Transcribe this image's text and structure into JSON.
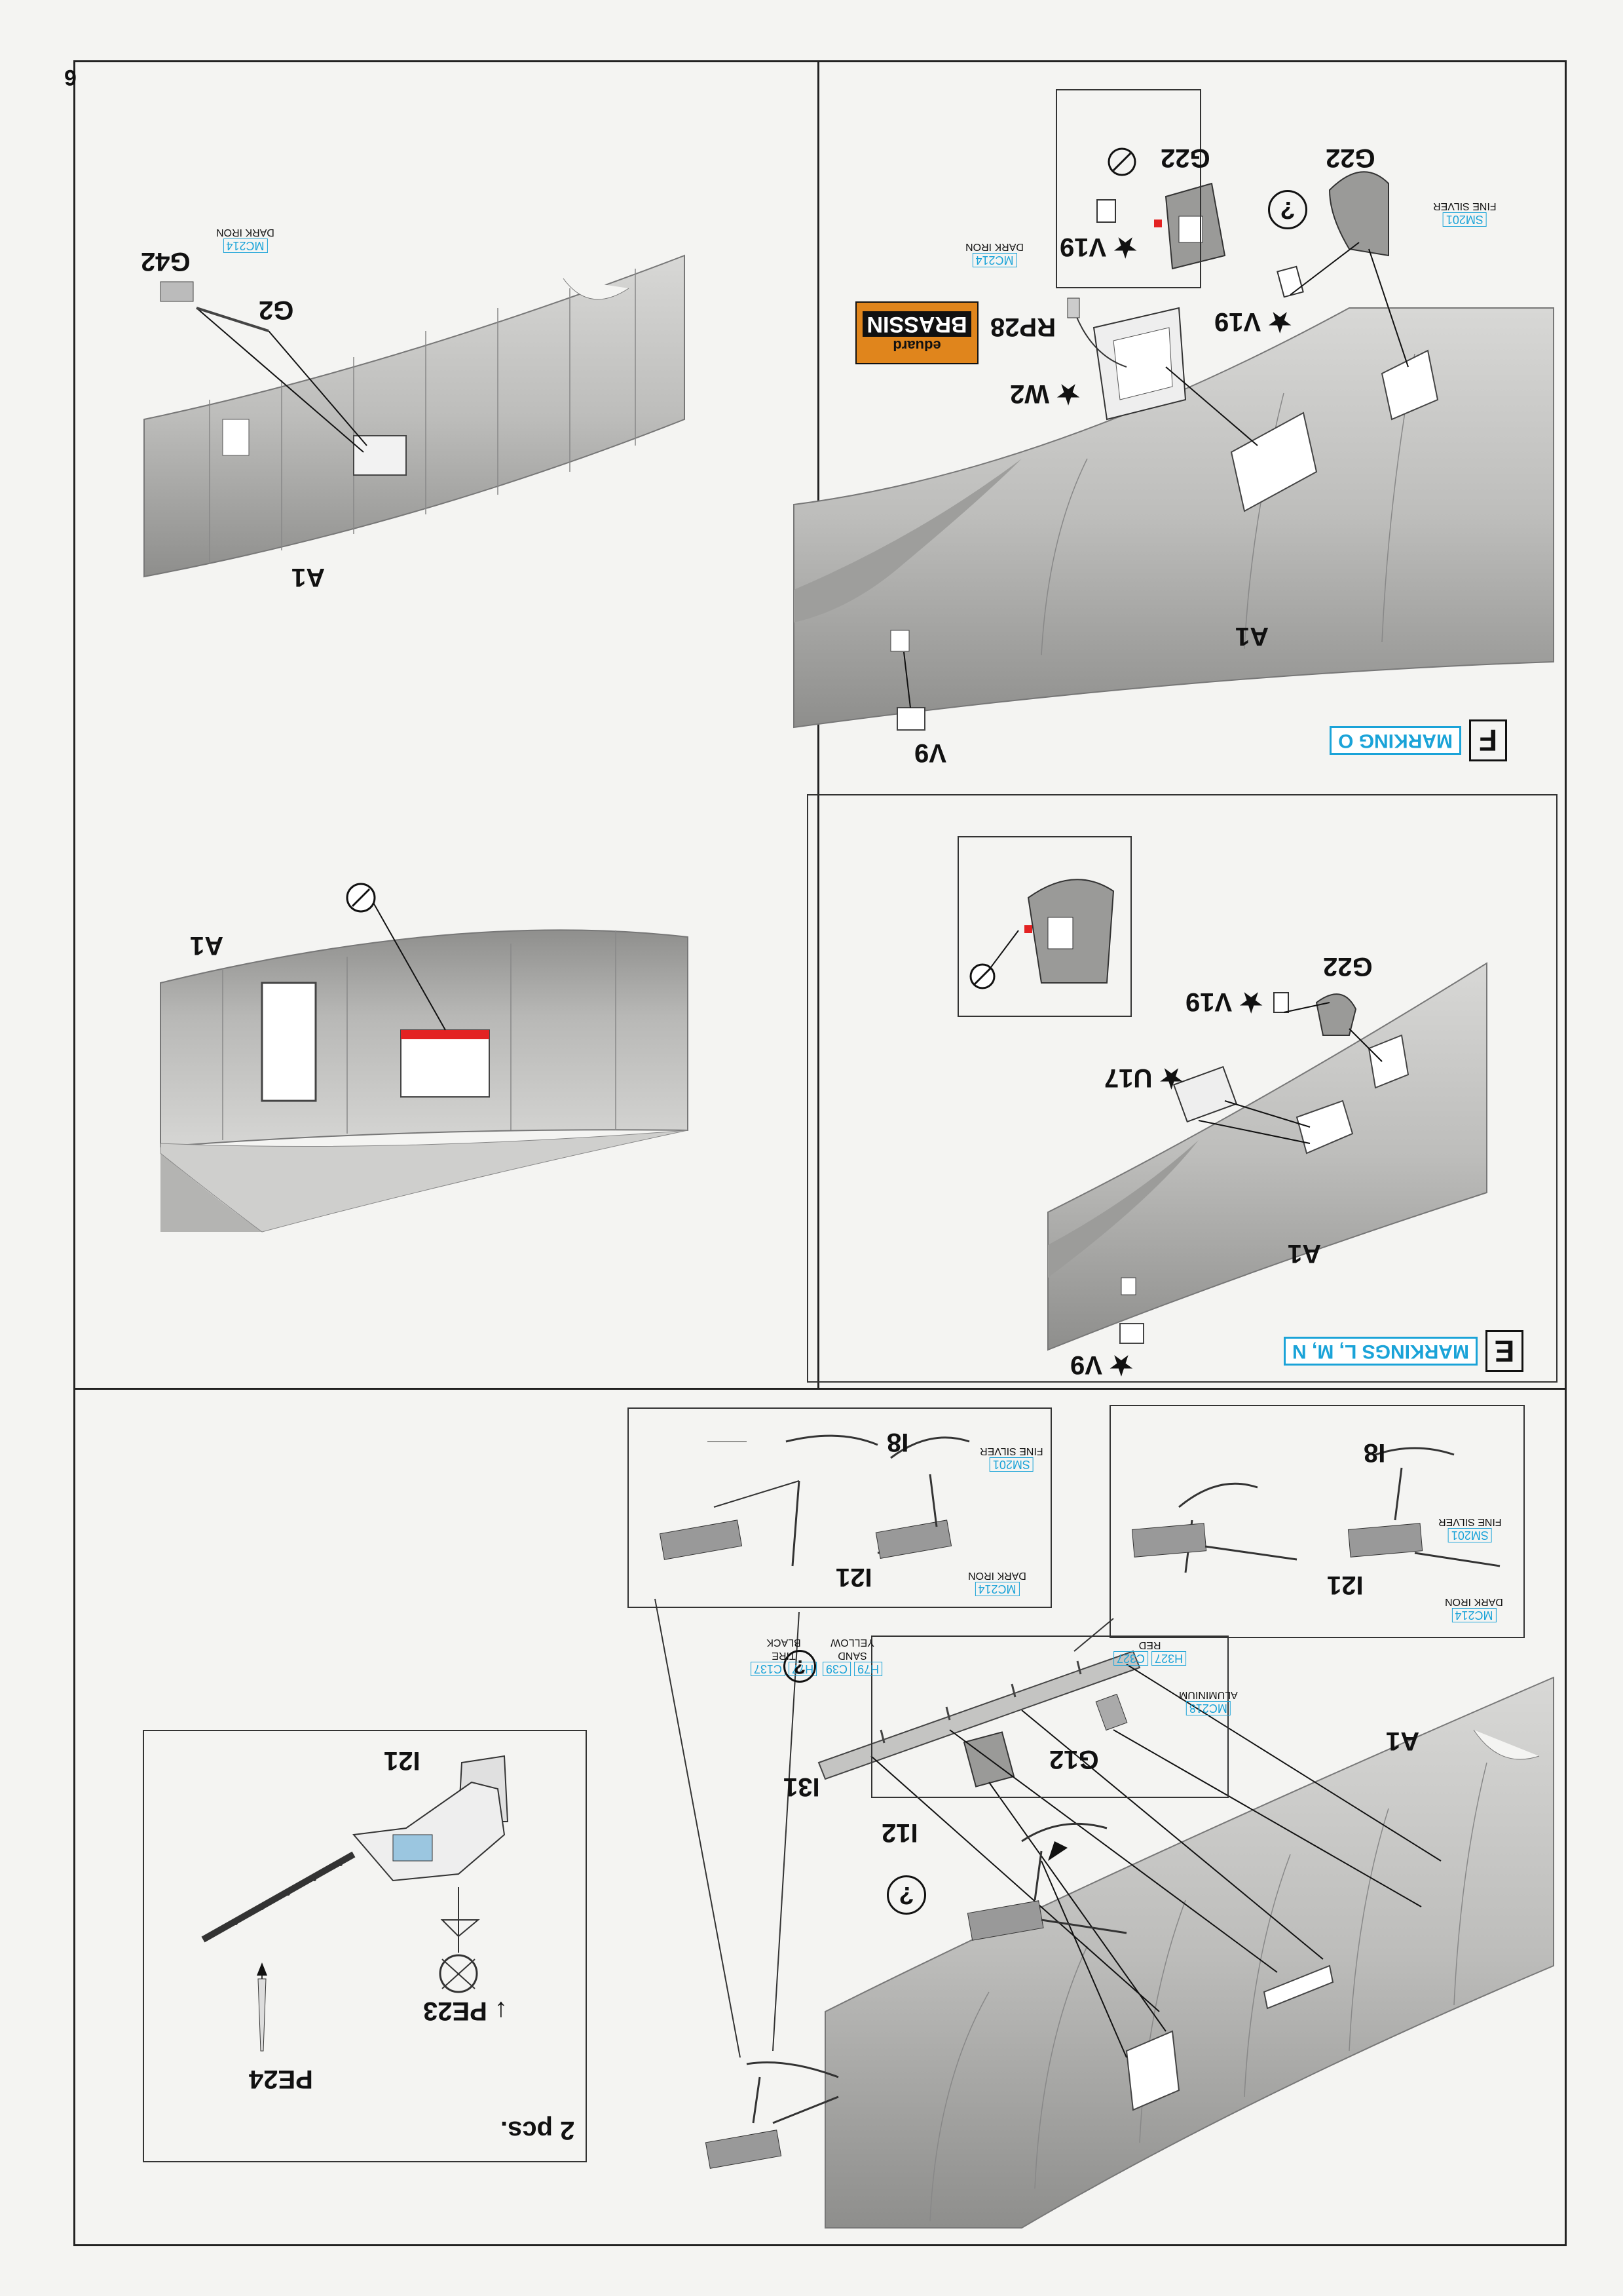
{
  "page": {
    "number": "6"
  },
  "colors": {
    "paint_code": "#1aa3d8",
    "fuselage": "#b9b9b7",
    "red_part": "#e32222",
    "brassin_orange": "#e0851c"
  },
  "sections": {
    "F": {
      "letter": "F",
      "marking": "MARKING O"
    },
    "E": {
      "letter": "E",
      "marking": "MARKINGS L, M, N"
    }
  },
  "labels": {
    "a1_top_left": "A1",
    "g2": "G2",
    "g42": "G42",
    "a1_top_right": "A1",
    "v9_top": "V9",
    "w2": "W2",
    "rp28": "RP28",
    "v19_top": "V19",
    "g22_top_a": "G22",
    "g22_top_b": "G22",
    "v19_top_inset": "V19",
    "a1_mid_left": "A1",
    "a1_mid_right": "A1",
    "v9_mid": "V9",
    "u17": "U17",
    "v19_mid": "V19",
    "g22_mid": "G22",
    "a1_bottom": "A1",
    "g12": "G12",
    "i12": "I12",
    "i31": "I31",
    "i21_box_a": "I21",
    "i8_box_a": "I8",
    "i21_box_b": "I21",
    "i8_box_b": "I8",
    "i21_gun": "I21",
    "pe23": "PE23",
    "pe24": "PE24",
    "two_pcs": "2 pcs."
  },
  "paints": [
    {
      "code": "MC214",
      "name": "DARK IRON"
    },
    {
      "code": "MC214",
      "name": "DARK IRON"
    },
    {
      "code": "SM201",
      "name": "FINE SILVER"
    },
    {
      "code": "SM201",
      "name": "FINE SILVER"
    },
    {
      "code": "MC214",
      "name": "DARK IRON"
    },
    {
      "code": "SM201",
      "name": "FINE SILVER"
    },
    {
      "code": "MC214",
      "name": "DARK IRON"
    },
    {
      "code": "MC218",
      "name": "ALUMINIUM"
    },
    {
      "code": "H327",
      "name": "RED"
    },
    {
      "code": "C327",
      "name": ""
    },
    {
      "code": "H79",
      "name": "SAND"
    },
    {
      "code": "C39",
      "name": "YELLOW"
    },
    {
      "code": "H77",
      "name": "TIRE"
    },
    {
      "code": "C137",
      "name": "BLACK"
    }
  ],
  "brassin": {
    "top": "eduard",
    "bottom": "BRASSIN"
  },
  "icons": {
    "star": "★",
    "question": "?",
    "no_glue": "⊘",
    "photo_etch": "↓"
  }
}
